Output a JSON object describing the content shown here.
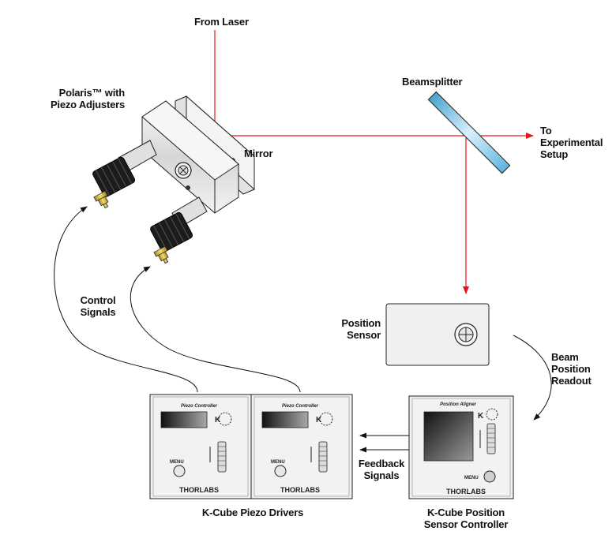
{
  "labels": {
    "from_laser": "From Laser",
    "beamsplitter": "Beamsplitter",
    "to_experimental_setup": [
      "To",
      "Experimental",
      "Setup"
    ],
    "polaris": [
      "Polaris™ with",
      "Piezo Adjusters"
    ],
    "mirror": "Mirror",
    "control_signals": [
      "Control",
      "Signals"
    ],
    "position_sensor": [
      "Position",
      "Sensor"
    ],
    "beam_position_readout": [
      "Beam",
      "Position",
      "Readout"
    ],
    "feedback_signals": [
      "Feedback",
      "Signals"
    ],
    "kcube_piezo_drivers": "K-Cube Piezo Drivers",
    "kcube_position_sensor_controller": [
      "K-Cube Position",
      "Sensor Controller"
    ]
  },
  "devices": {
    "piezo_controller_title": "Piezo Controller",
    "position_aligner_title": "Position Aligner",
    "menu_label": "MENU",
    "brand": "THORLABS"
  },
  "colors": {
    "laser": "#e8141c",
    "beamsplitter": "#7ec8e8",
    "outline": "#222222",
    "panel": "#ececec"
  }
}
